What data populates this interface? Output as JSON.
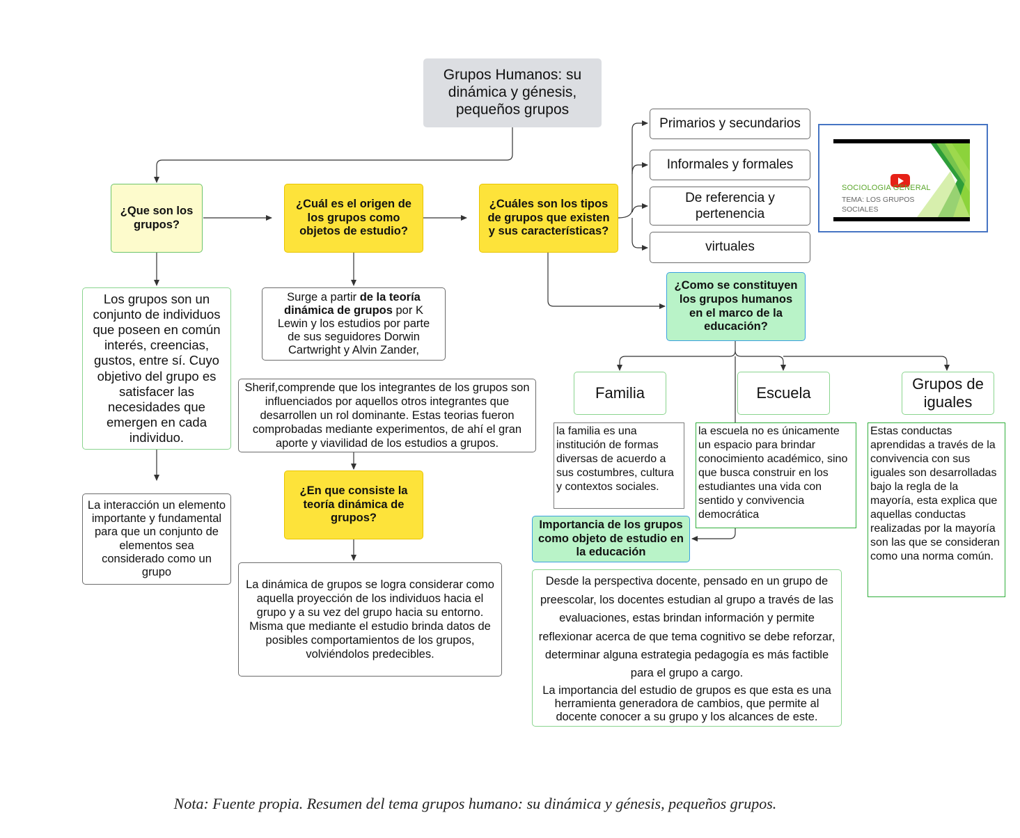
{
  "title": "Grupos Humanos: su dinámica y génesis, pequeños grupos",
  "questions": {
    "que_son": "¿Que son los grupos?",
    "origen": "¿Cuál es el origen de los grupos como objetos de estudio?",
    "tipos": "¿Cuáles son los tipos de grupos que existen y sus características?",
    "constituyen": "¿Como se constituyen los grupos humanos en el marco de la educación?",
    "consiste": "¿En que consiste la teoría dinámica de grupos?",
    "importancia": "Importancia de los grupos como objeto de estudio en la educación"
  },
  "tipos": [
    "Primarios y secundarios",
    "Informales y formales",
    "De referencia y pertenencia",
    "virtuales"
  ],
  "definicion": "Los grupos son un conjunto de individuos que poseen en común interés, creencias, gustos, entre sí. Cuyo objetivo del grupo es satisfacer las necesidades que emergen en cada individuo.",
  "interaccion": "La interacción un elemento importante y fundamental para que un conjunto de elementos sea considerado como un grupo",
  "surge": {
    "pre": "Surge a partir ",
    "bold": "de la teoría dinámica de grupos",
    "post": " por K Lewin y los estudios por parte de sus seguidores Dorwin Cartwright y Alvin Zander,"
  },
  "sherif": "Sherif,comprende que los integrantes de los grupos son influenciados por aquellos otros integrantes que desarrollen un rol dominante. Estas teorias fueron comprobadas mediante experimentos, de ahí el gran aporte y viavilidad de los estudios a grupos.",
  "dinamica": "La dinámica de grupos se logra considerar como aquella proyección de los individuos hacia el grupo y a su vez del grupo hacia su entorno. Misma que mediante el estudio brinda datos de posibles comportamientos de los grupos, volviéndolos predecibles.",
  "contextos": {
    "familia": "Familia",
    "escuela": "Escuela",
    "iguales": "Grupos de iguales"
  },
  "familia_text": "la familia es una institución de formas diversas de acuerdo a sus costumbres, cultura y contextos sociales.",
  "escuela_text": "la escuela no es únicamente un espacio para brindar conocimiento académico, sino que busca construir en los estudiantes una vida con sentido y convivencia democrática",
  "iguales_text": "Estas conductas aprendidas a través de la convivencia con sus iguales son desarrolladas bajo la regla de la mayoría, esta explica que aquellas conductas realizadas por la mayoría son las que se consideran como una norma común.",
  "importancia_text_1": "Desde la perspectiva docente, pensado en un grupo de preescolar, los docentes estudian al grupo a través de las evaluaciones, estas brindan información y permite reflexionar acerca de que tema cognitivo se debe reforzar, determinar alguna estrategia pedagogía es más factible para el grupo a cargo.",
  "importancia_text_2": "La importancia del estudio de grupos es que esta es una herramienta generadora de cambios, que permite al docente conocer a su grupo y los alcances de este.",
  "video": {
    "title": "SOCIOLOGIA GENERAL",
    "subtitle_line1": "TEMA: LOS GRUPOS",
    "subtitle_line2": "SOCIALES",
    "icon": "youtube-play-icon"
  },
  "caption": "Nota: Fuente propia. Resumen del tema grupos humano: su dinámica y génesis, pequeños grupos.",
  "colors": {
    "yellow": "#fde33a",
    "light_yellow": "#fdfbcc",
    "mint": "#b9f3c8",
    "gray": "#dcdee2",
    "green_border": "#2fae3a",
    "blue_frame": "#4674c3"
  }
}
